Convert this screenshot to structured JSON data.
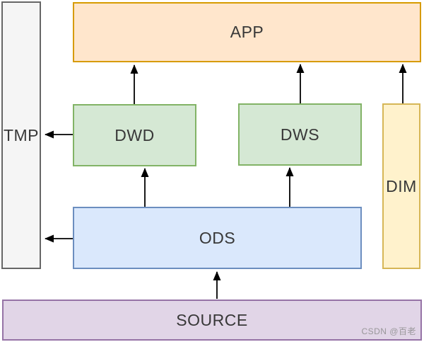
{
  "diagram": {
    "type": "layered-architecture",
    "background": "#ffffff",
    "nodes": {
      "tmp": {
        "label": "TMP",
        "fill": "#f5f5f5",
        "border": "#666666"
      },
      "app": {
        "label": "APP",
        "fill": "#ffe6cc",
        "border": "#d79b00"
      },
      "dwd": {
        "label": "DWD",
        "fill": "#d5e8d4",
        "border": "#82b366"
      },
      "dws": {
        "label": "DWS",
        "fill": "#d5e8d4",
        "border": "#82b366"
      },
      "dim": {
        "label": "DIM",
        "fill": "#fff2cc",
        "border": "#d6b656"
      },
      "ods": {
        "label": "ODS",
        "fill": "#dae8fc",
        "border": "#6c8ebf"
      },
      "source": {
        "label": "SOURCE",
        "fill": "#e1d5e7",
        "border": "#9673a6"
      }
    },
    "edges": [
      {
        "from": "DWD",
        "to": "APP"
      },
      {
        "from": "DWS",
        "to": "APP"
      },
      {
        "from": "DIM",
        "to": "APP"
      },
      {
        "from": "DWD",
        "to": "TMP"
      },
      {
        "from": "ODS",
        "to": "TMP"
      },
      {
        "from": "ODS",
        "to": "DWD"
      },
      {
        "from": "ODS",
        "to": "DWS"
      },
      {
        "from": "SOURCE",
        "to": "ODS"
      }
    ],
    "arrow_color": "#000000"
  },
  "watermark": {
    "text": "CSDN @百老",
    "color": "#8d8d8d"
  }
}
